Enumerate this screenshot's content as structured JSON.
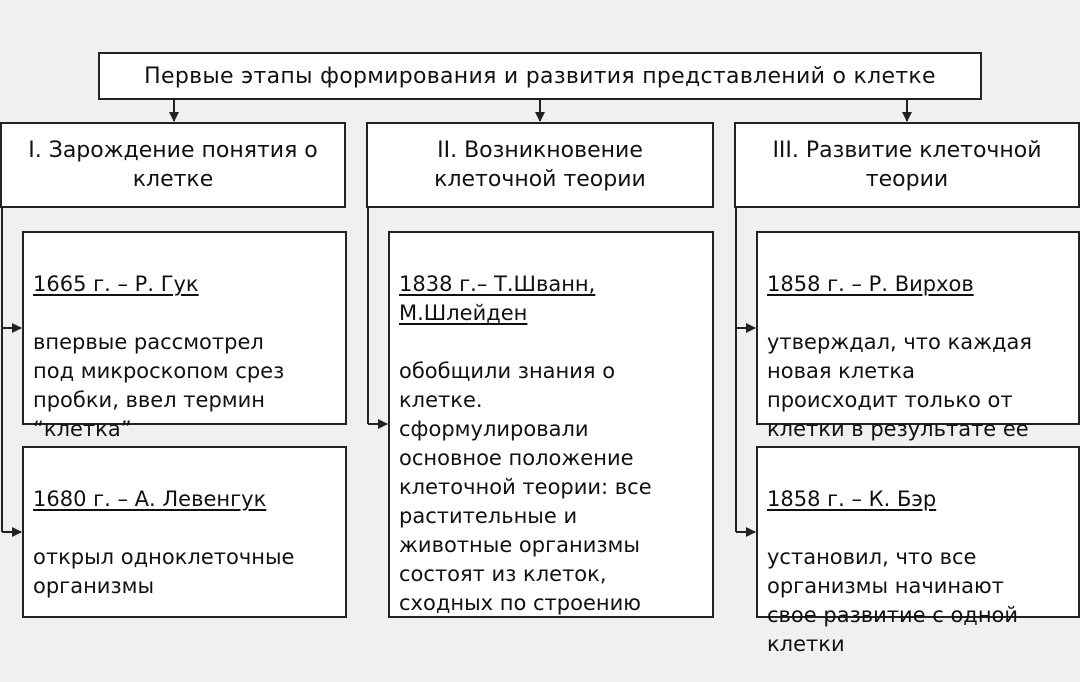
{
  "title": "Первые этапы формирования и развития представлений о клетке",
  "columns": [
    {
      "heading": "I. Зарождение понятия о\nклетке",
      "facts": [
        {
          "head": "1665 г. – Р. Гук",
          "text": "впервые рассмотрел\nпод микроскопом срез\nпробки, ввел термин\n“клетка”"
        },
        {
          "head": "1680 г. – А. Левенгук",
          "text": "открыл одноклеточные\nорганизмы"
        }
      ]
    },
    {
      "heading": "II. Возникновение\nклеточной теории",
      "facts": [
        {
          "head": "1838 г.– Т.Шванн,\nМ.Шлейден",
          "text": "обобщили знания о\nклетке.\nсформулировали\nосновное положение\nклеточной теории: все\nрастительные и\nживотные организмы\nсостоят из клеток,\nсходных по строению"
        }
      ]
    },
    {
      "heading": "III. Развитие клеточной\nтеории",
      "facts": [
        {
          "head": "1858 г. – Р. Вирхов",
          "text": "утверждал, что каждая\nновая клетка\nпроисходит только от\nклетки в результате ее\nделения"
        },
        {
          "head": "1858 г. – К. Бэр",
          "text": "установил, что все\nорганизмы начинают\nсвое развитие с одной\nклетки"
        }
      ]
    }
  ],
  "colors": {
    "background": "#f0f0f0",
    "box": "#ffffff",
    "line": "#222222"
  }
}
